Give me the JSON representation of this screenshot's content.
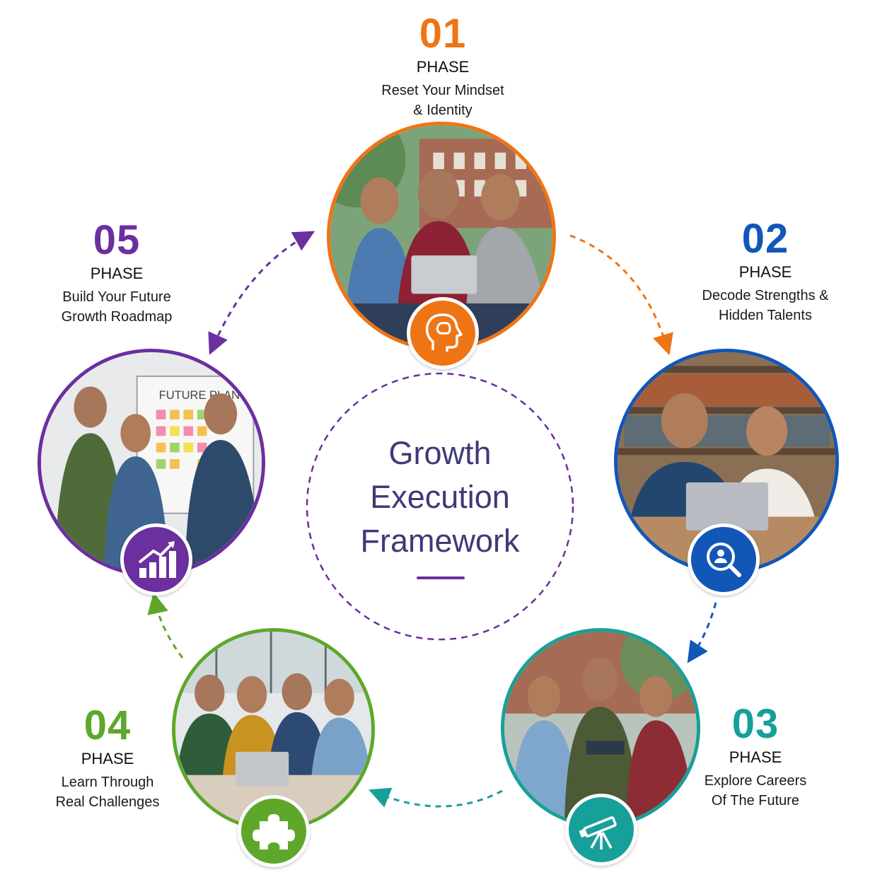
{
  "center": {
    "title_line1": "Growth",
    "title_line2": "Execution",
    "title_line3": "Framework"
  },
  "colors": {
    "phase1": "#ef7414",
    "phase2": "#1256b8",
    "phase3": "#17a09a",
    "phase4": "#5ea72b",
    "phase5": "#6b2fa0",
    "title": "#3e3a78"
  },
  "phases": [
    {
      "number": "01",
      "label": "PHASE",
      "description": "Reset Your Mindset\n& Identity",
      "icon": "brain-head-icon",
      "photo_text": ""
    },
    {
      "number": "02",
      "label": "PHASE",
      "description": "Decode Strengths &\nHidden Talents",
      "icon": "magnifier-person-icon",
      "photo_text": ""
    },
    {
      "number": "03",
      "label": "PHASE",
      "description": "Explore Careers\nOf The Future",
      "icon": "telescope-icon",
      "photo_text": ""
    },
    {
      "number": "04",
      "label": "PHASE",
      "description": "Learn Through\nReal Challenges",
      "icon": "puzzle-piece-icon",
      "photo_text": ""
    },
    {
      "number": "05",
      "label": "PHASE",
      "description": "Build Your Future\nGrowth Roadmap",
      "icon": "growth-chart-icon",
      "photo_text": "FUTURE PLAN"
    }
  ]
}
